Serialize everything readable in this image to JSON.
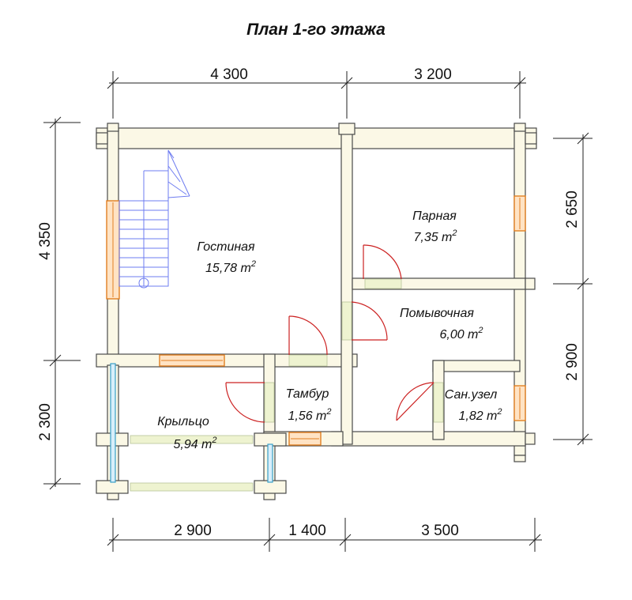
{
  "title": "План 1-го этажа",
  "dimensions": {
    "top": [
      "4 300",
      "3 200"
    ],
    "bottom": [
      "2 900",
      "1 400",
      "3 500"
    ],
    "left": [
      "4 350",
      "2 300"
    ],
    "right": [
      "2 650",
      "2 900"
    ]
  },
  "rooms": [
    {
      "name": "Гостиная",
      "area": "15,78 m",
      "unit_sup": "2"
    },
    {
      "name": "Парная",
      "area": "7,35 m",
      "unit_sup": "2"
    },
    {
      "name": "Помывочная",
      "area": "6,00 m",
      "unit_sup": "2"
    },
    {
      "name": "Тамбур",
      "area": "1,56 m",
      "unit_sup": "2"
    },
    {
      "name": "Сан.узел",
      "area": "1,82 m",
      "unit_sup": "2"
    },
    {
      "name": "Крыльцо",
      "area": "5,94 m",
      "unit_sup": "2"
    }
  ],
  "colors": {
    "wall_fill": "#fbf8e6",
    "wall_stroke": "#4a4a4a",
    "door": "#cc2222",
    "window": "#e07f22",
    "stair": "#6e7cf0"
  }
}
